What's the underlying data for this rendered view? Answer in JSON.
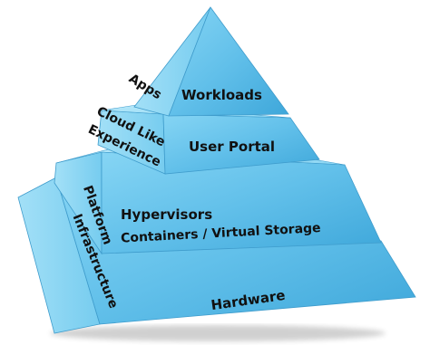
{
  "diagram": {
    "tiers": [
      {
        "id": "top",
        "side_label": "Apps",
        "front_label": "Workloads"
      },
      {
        "id": "second",
        "side_label_lines": [
          "Cloud Like",
          "Experience"
        ],
        "front_label": "User Portal"
      },
      {
        "id": "third",
        "side_label": "Platform",
        "front_label_lines": [
          "Hypervisors",
          "Containers / Virtual Storage"
        ]
      },
      {
        "id": "bottom",
        "side_label": "Infrastructure",
        "front_label": "Hardware"
      }
    ],
    "colors": {
      "front_face": "#5dbde8",
      "left_face": "#7fd0f2",
      "face_edge": "#3f9ccc",
      "text": "#111111"
    }
  }
}
